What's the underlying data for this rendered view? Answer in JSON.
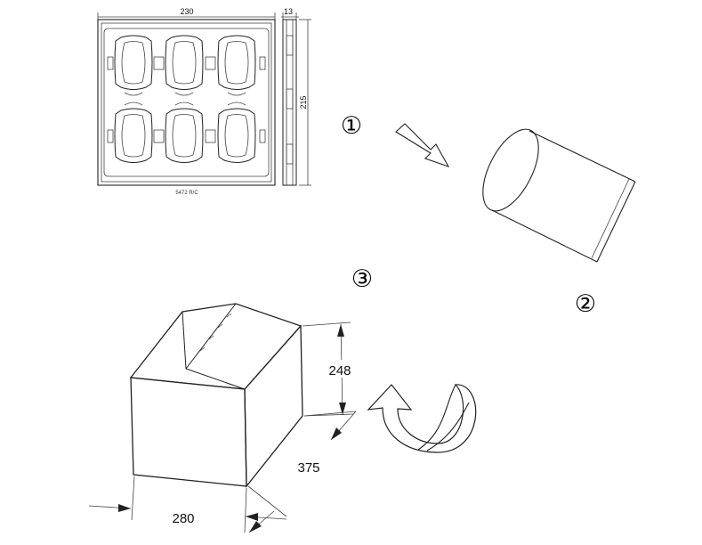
{
  "tray": {
    "width_label": "230",
    "depth_label": "13",
    "height_label": "215",
    "model_label": "5472 R/C"
  },
  "steps": {
    "one": "①",
    "two": "②",
    "three": "③"
  },
  "box": {
    "height_label": "248",
    "length_label": "375",
    "width_label": "280"
  }
}
